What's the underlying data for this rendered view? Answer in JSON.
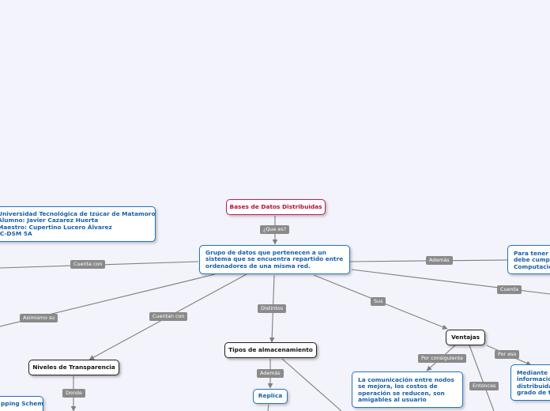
{
  "nodes": {
    "main_topic": "Bases de Datos Distribuidas",
    "definition": [
      "Grupo de datos que pertenecen a un",
      "sistema que se encuentra repartido entre",
      "ordenadores de una misma red."
    ],
    "credits": [
      "Universidad Tecnológica de Izúcar de Matamoros",
      "Alumno: Javier Cazarez Huerta",
      "Maestro: Cupertino Lucero Álvarez",
      "IC-DSM 5A"
    ],
    "requirements": [
      "Para tener u",
      "debe cumpl",
      "Computacio"
    ],
    "storage_types": "Tipos de almacenamiento",
    "replica": "Replica",
    "transparency_levels": "Niveles de Transparencia",
    "mapping_schema": "pping Schema",
    "advantages": "Ventajas",
    "communication": [
      "La comunicación entre nodos",
      "se mejora, los costos de",
      "operación se reducen, son",
      "amigables al usuario"
    ],
    "distributed_info": [
      "Mediante la",
      "informació",
      "distribuida",
      "grado de to"
    ]
  },
  "labels": {
    "que_es": "¿Que es?",
    "ademas_right": "Además",
    "cuenta_con": "Cuenta con",
    "cuenta_right": "Cuenta",
    "asimismo_su": "Asimismo su",
    "cuentan_con": "Cuentan con",
    "distintos": "Distintos",
    "sus": "Sus",
    "ademas_storage": "Además",
    "donde": "Donde",
    "por_consiguiente": "Por consiguiente",
    "entonces": "Entonces",
    "por_eso": "Por eso"
  },
  "colors": {
    "connector": "#7f7f7f",
    "topic_border": "#c2185b",
    "subtopic_border": "#1f73c4",
    "label_bg": "#8a8a8a",
    "background": "#f3f3fb"
  }
}
